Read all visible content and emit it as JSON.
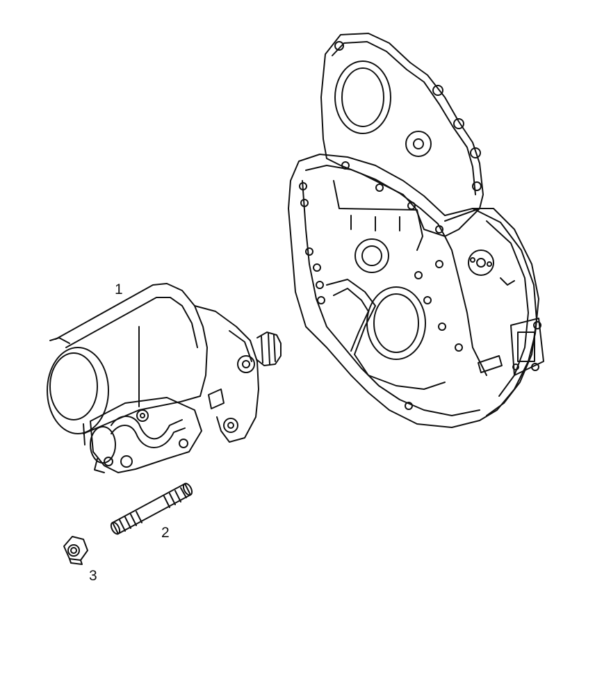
{
  "callouts": {
    "part_1": "1",
    "part_2": "2",
    "part_3": "3"
  },
  "colors": {
    "background": "#ffffff",
    "line": "#111111"
  },
  "icons": [
    "starter-motor-icon",
    "stud-bolt-icon",
    "hex-nut-icon",
    "timing-cover-housing-icon"
  ]
}
